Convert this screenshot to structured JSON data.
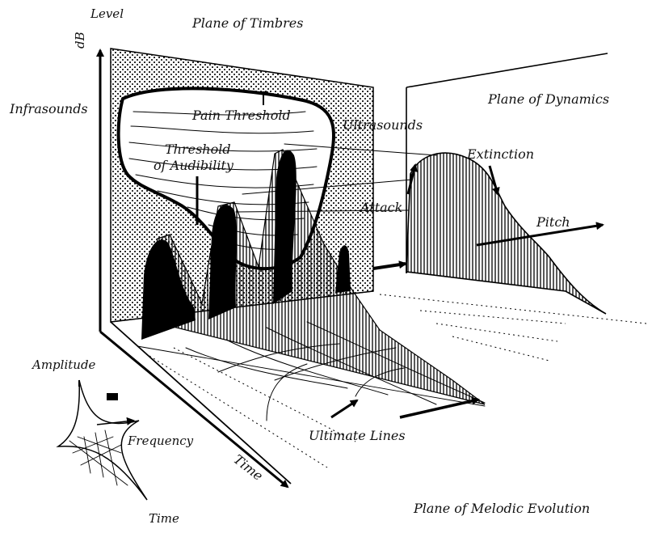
{
  "labels": {
    "level": "Level",
    "db": "dB",
    "plane_of_timbres": "Plane of Timbres",
    "infrasounds": "Infrasounds",
    "pain_threshold": "Pain Threshold",
    "ultrasounds": "Ultrasounds",
    "threshold_line1": "Threshold",
    "threshold_line2": "of Audibility",
    "plane_of_dynamics": "Plane of Dynamics",
    "extinction": "Extinction",
    "attack": "Attack",
    "pitch": "Pitch",
    "amplitude": "Amplitude",
    "frequency": "Frequency",
    "time_small": "Time",
    "time_axis": "Time",
    "ultimate_lines": "Ultimate Lines",
    "plane_of_melodic_evolution": "Plane of Melodic Evolution"
  },
  "colors": {
    "ink": "#000000",
    "paper": "#ffffff"
  }
}
